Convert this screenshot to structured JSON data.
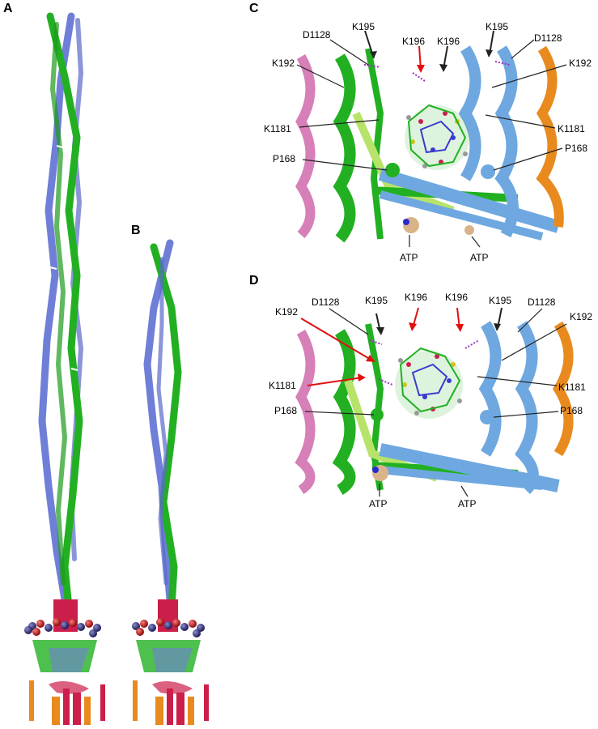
{
  "panels": {
    "a": "A",
    "b": "B",
    "c": "C",
    "d": "D"
  },
  "panel_c": {
    "labels": {
      "d1128_left": "D1128",
      "k195_left": "K195",
      "k196_left": "K196",
      "k196_right": "K196",
      "k195_right": "K195",
      "d1128_right": "D1128",
      "k192_left": "K192",
      "k192_right": "K192",
      "k1181_left": "K1181",
      "k1181_right": "K1181",
      "p168_left": "P168",
      "p168_right": "P168",
      "atp_left": "ATP",
      "atp_right": "ATP"
    }
  },
  "panel_d": {
    "labels": {
      "d1128_left": "D1128",
      "k195_left": "K195",
      "k196_left": "K196",
      "k196_right": "K196",
      "k195_right": "K195",
      "d1128_right": "D1128",
      "k192_left": "K192",
      "k192_right": "K192",
      "k1181_left": "K1181",
      "k1181_right": "K1181",
      "p168_left": "P168",
      "p168_right": "P168",
      "atp_left": "ATP",
      "atp_right": "ATP"
    }
  },
  "colors": {
    "green_chain": "#22b022",
    "blue_chain": "#6f7fd8",
    "light_blue_chain": "#6fa8e0",
    "orange_chain": "#e88a1e",
    "pink_chain": "#d77fb8",
    "crimson_chain": "#cc1e4a",
    "red_arrow": "#e01010",
    "black_arrow": "#222222"
  }
}
